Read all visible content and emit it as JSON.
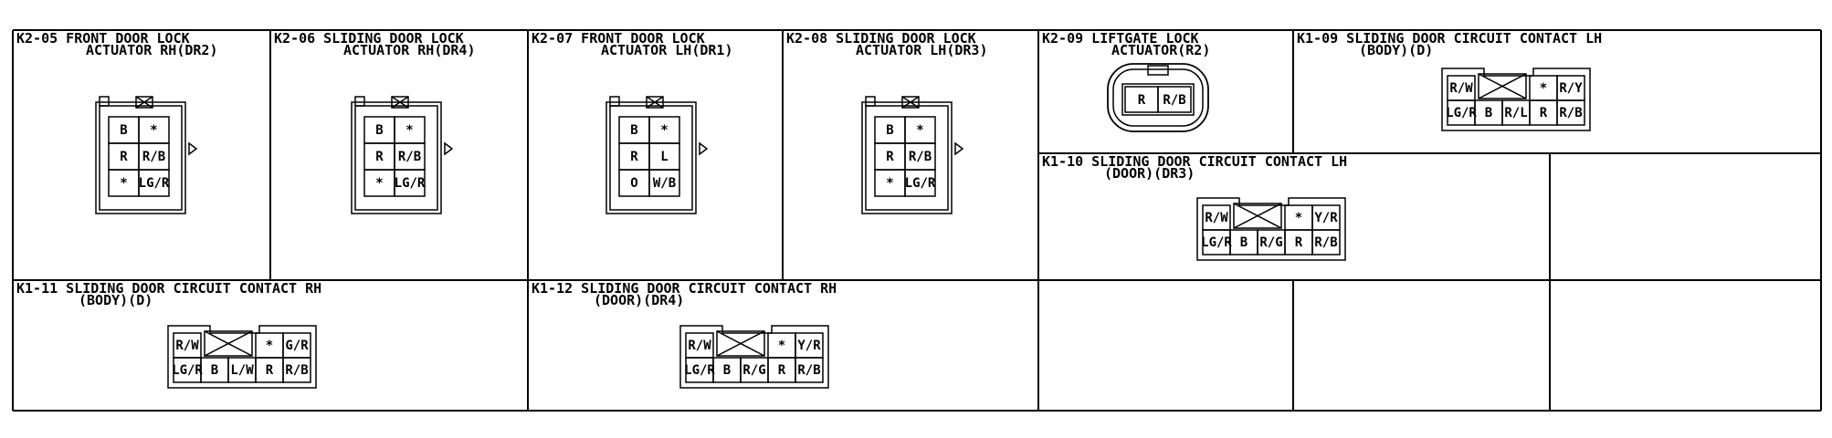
{
  "colors": {
    "ink": "#000000",
    "paper": "#ffffff"
  },
  "connectors": [
    {
      "id": "k2-05",
      "title_lines": [
        "K2-05 FRONT DOOR LOCK",
        "ACTUATOR RH(DR2)"
      ],
      "style": "grid3x2",
      "pins": [
        [
          "B",
          "*"
        ],
        [
          "R",
          "R/B"
        ],
        [
          "*",
          "LG/R"
        ]
      ]
    },
    {
      "id": "k2-06",
      "title_lines": [
        "K2-06 SLIDING DOOR LOCK",
        "ACTUATOR RH(DR4)"
      ],
      "style": "grid3x2",
      "pins": [
        [
          "B",
          "*"
        ],
        [
          "R",
          "R/B"
        ],
        [
          "*",
          "LG/R"
        ]
      ]
    },
    {
      "id": "k2-07",
      "title_lines": [
        "K2-07 FRONT DOOR LOCK",
        "ACTUATOR LH(DR1)"
      ],
      "style": "grid3x2",
      "pins": [
        [
          "B",
          "*"
        ],
        [
          "R",
          "L"
        ],
        [
          "O",
          "W/B"
        ]
      ]
    },
    {
      "id": "k2-08",
      "title_lines": [
        "K2-08 SLIDING DOOR LOCK",
        "ACTUATOR LH(DR3)"
      ],
      "style": "grid3x2",
      "pins": [
        [
          "B",
          "*"
        ],
        [
          "R",
          "R/B"
        ],
        [
          "*",
          "LG/R"
        ]
      ]
    },
    {
      "id": "k2-09",
      "title_lines": [
        "K2-09 LIFTGATE LOCK",
        "ACTUATOR(R2)"
      ],
      "style": "round",
      "pins": [
        [
          "R",
          "R/B"
        ]
      ]
    },
    {
      "id": "k1-09",
      "title_lines": [
        "K1-09 SLIDING DOOR CIRCUIT CONTACT LH",
        "(BODY)(D)"
      ],
      "style": "contact",
      "pins": [
        [
          "R/W",
          "",
          "",
          "*",
          "R/Y"
        ],
        [
          "LG/R",
          "B",
          "R/L",
          "R",
          "R/B"
        ]
      ]
    },
    {
      "id": "k1-10",
      "title_lines": [
        "K1-10 SLIDING DOOR CIRCUIT CONTACT LH",
        "(DOOR)(DR3)"
      ],
      "style": "contact",
      "pins": [
        [
          "R/W",
          "",
          "",
          "*",
          "Y/R"
        ],
        [
          "LG/R",
          "B",
          "R/G",
          "R",
          "R/B"
        ]
      ]
    },
    {
      "id": "k1-11",
      "title_lines": [
        "K1-11 SLIDING DOOR CIRCUIT CONTACT RH",
        "(BODY)(D)"
      ],
      "style": "contact",
      "pins": [
        [
          "R/W",
          "",
          "",
          "*",
          "G/R"
        ],
        [
          "LG/R",
          "B",
          "L/W",
          "R",
          "R/B"
        ]
      ]
    },
    {
      "id": "k1-12",
      "title_lines": [
        "K1-12 SLIDING DOOR CIRCUIT CONTACT RH",
        "(DOOR)(DR4)"
      ],
      "style": "contact",
      "pins": [
        [
          "R/W",
          "",
          "",
          "*",
          "Y/R"
        ],
        [
          "LG/R",
          "B",
          "R/G",
          "R",
          "R/B"
        ]
      ]
    }
  ]
}
